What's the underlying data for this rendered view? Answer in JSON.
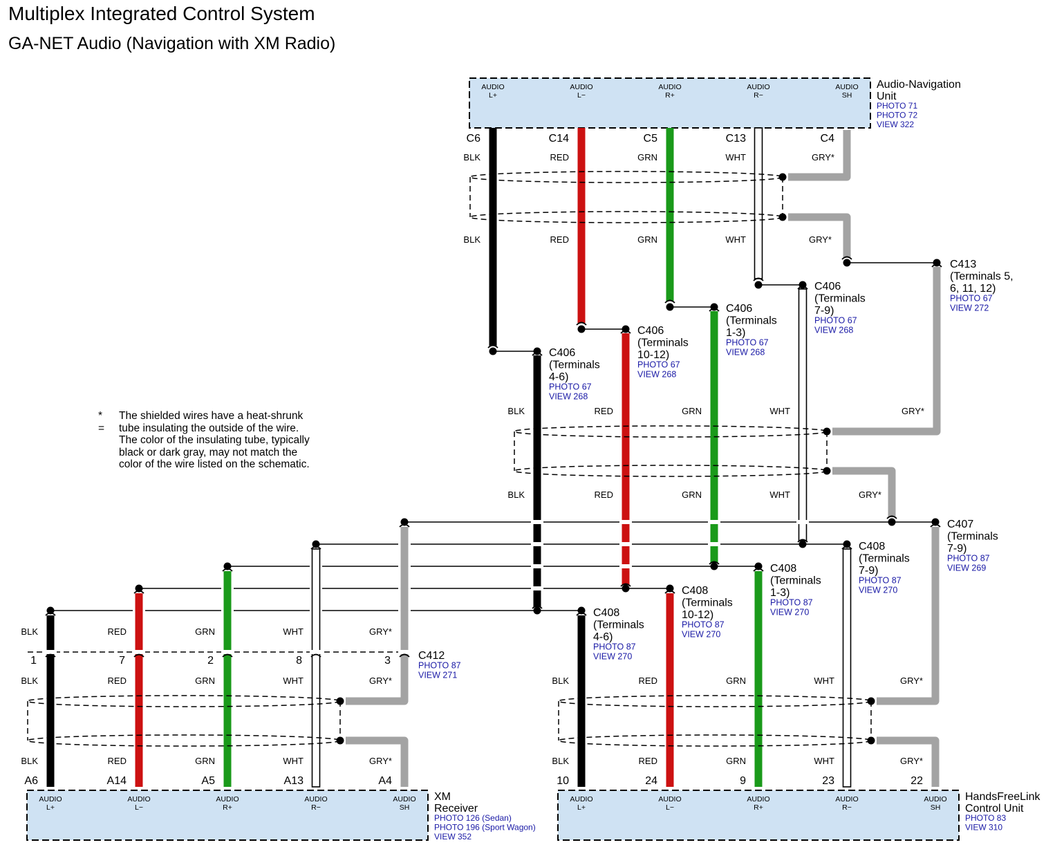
{
  "header": {
    "title": "Multiplex Integrated Control System",
    "subtitle": "GA-NET Audio (Navigation with XM Radio)"
  },
  "note": {
    "marker": "* =",
    "text": "The shielded wires have a heat-shrunk\ntube insulating the outside of the wire.\nThe color of the insulating tube, typically\nblack or dark gray, may not match the\ncolor of the wire listed on the schematic."
  },
  "colors": {
    "BLK": "#000000",
    "RED": "#cc1111",
    "GRN": "#1a9a1a",
    "WHT": "#ffffff",
    "GRY": "#a3a3a3",
    "component_fill": "#cfe2f3",
    "link_text": "#1a1aa6"
  },
  "pins": [
    "AUDIO L+",
    "AUDIO L−",
    "AUDIO R+",
    "AUDIO R−",
    "AUDIO SH"
  ],
  "wires": [
    "BLK",
    "RED",
    "GRN",
    "WHT",
    "GRY*"
  ],
  "components": {
    "audio_nav": {
      "name": "Audio-Navigation Unit",
      "name_lines": [
        "Audio-Navigation",
        "Unit"
      ],
      "refs": [
        "PHOTO 71",
        "PHOTO 72",
        "VIEW 322"
      ],
      "terminals": [
        "C6",
        "C14",
        "C5",
        "C13",
        "C4"
      ]
    },
    "xm_receiver": {
      "name": "XM Receiver",
      "name_lines": [
        "XM",
        "Receiver"
      ],
      "refs": [
        "PHOTO 126 (Sedan)",
        "PHOTO 196 (Sport Wagon)",
        "VIEW 352"
      ],
      "terminals": [
        "A6",
        "A14",
        "A5",
        "A13",
        "A4"
      ]
    },
    "hfl": {
      "name": "HandsFreeLink Control Unit",
      "name_lines": [
        "HandsFreeLink",
        "Control Unit"
      ],
      "refs": [
        "PHOTO 83",
        "VIEW 310"
      ],
      "terminals": [
        "10",
        "24",
        "9",
        "23",
        "22"
      ]
    }
  },
  "connectors": [
    {
      "id": "C413",
      "lines": [
        "C413",
        "(Terminals 5,",
        "6, 11, 12)"
      ],
      "refs": [
        "PHOTO 67",
        "VIEW 272"
      ]
    },
    {
      "id": "C406-7-9",
      "lines": [
        "C406",
        "(Terminals",
        "7-9)"
      ],
      "refs": [
        "PHOTO 67",
        "VIEW 268"
      ]
    },
    {
      "id": "C406-1-3",
      "lines": [
        "C406",
        "(Terminals",
        "1-3)"
      ],
      "refs": [
        "PHOTO 67",
        "VIEW 268"
      ]
    },
    {
      "id": "C406-10-12",
      "lines": [
        "C406",
        "(Terminals",
        "10-12)"
      ],
      "refs": [
        "PHOTO 67",
        "VIEW 268"
      ]
    },
    {
      "id": "C406-4-6",
      "lines": [
        "C406",
        "(Terminals",
        "4-6)"
      ],
      "refs": [
        "PHOTO 67",
        "VIEW 268"
      ]
    },
    {
      "id": "C407",
      "lines": [
        "C407",
        "(Terminals",
        "7-9)"
      ],
      "refs": [
        "PHOTO 87",
        "VIEW 269"
      ]
    },
    {
      "id": "C408-7-9",
      "lines": [
        "C408",
        "(Terminals",
        "7-9)"
      ],
      "refs": [
        "PHOTO 87",
        "VIEW 270"
      ]
    },
    {
      "id": "C408-1-3",
      "lines": [
        "C408",
        "(Terminals",
        "1-3)"
      ],
      "refs": [
        "PHOTO 87",
        "VIEW 270"
      ]
    },
    {
      "id": "C408-10-12",
      "lines": [
        "C408",
        "(Terminals",
        "10-12)"
      ],
      "refs": [
        "PHOTO 87",
        "VIEW 270"
      ]
    },
    {
      "id": "C408-4-6",
      "lines": [
        "C408",
        "(Terminals",
        "4-6)"
      ],
      "refs": [
        "PHOTO 87",
        "VIEW 270"
      ]
    },
    {
      "id": "C412",
      "lines": [
        "C412"
      ],
      "refs": [
        "PHOTO 87",
        "VIEW 271"
      ],
      "pins": [
        "1",
        "7",
        "2",
        "8",
        "3"
      ]
    }
  ]
}
